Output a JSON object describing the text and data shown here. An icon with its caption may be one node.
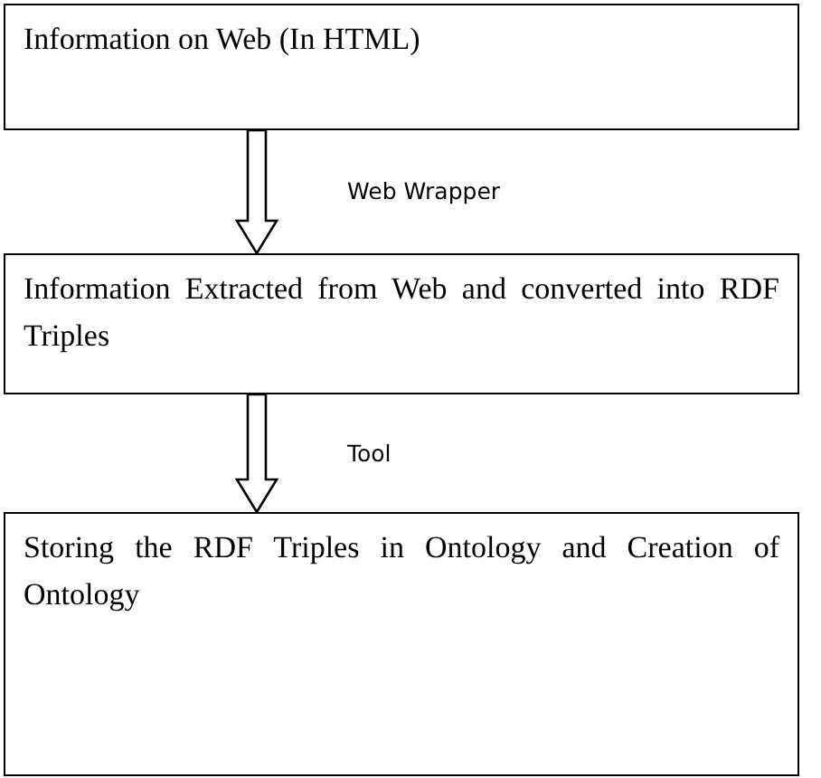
{
  "diagram": {
    "nodes": [
      {
        "text": [
          "Information on Web (In HTML)"
        ]
      },
      {
        "text": [
          "Information Extracted from Web and converted into RDF Triples"
        ]
      },
      {
        "text": [
          "Storing the RDF Triples in Ontology and Creation of Ontology"
        ]
      }
    ],
    "edges": [
      {
        "from": 0,
        "to": 1,
        "arrow": "to",
        "label": "Web Wrapper"
      },
      {
        "from": 1,
        "to": 2,
        "arrow": "to",
        "label": "Tool"
      }
    ]
  }
}
